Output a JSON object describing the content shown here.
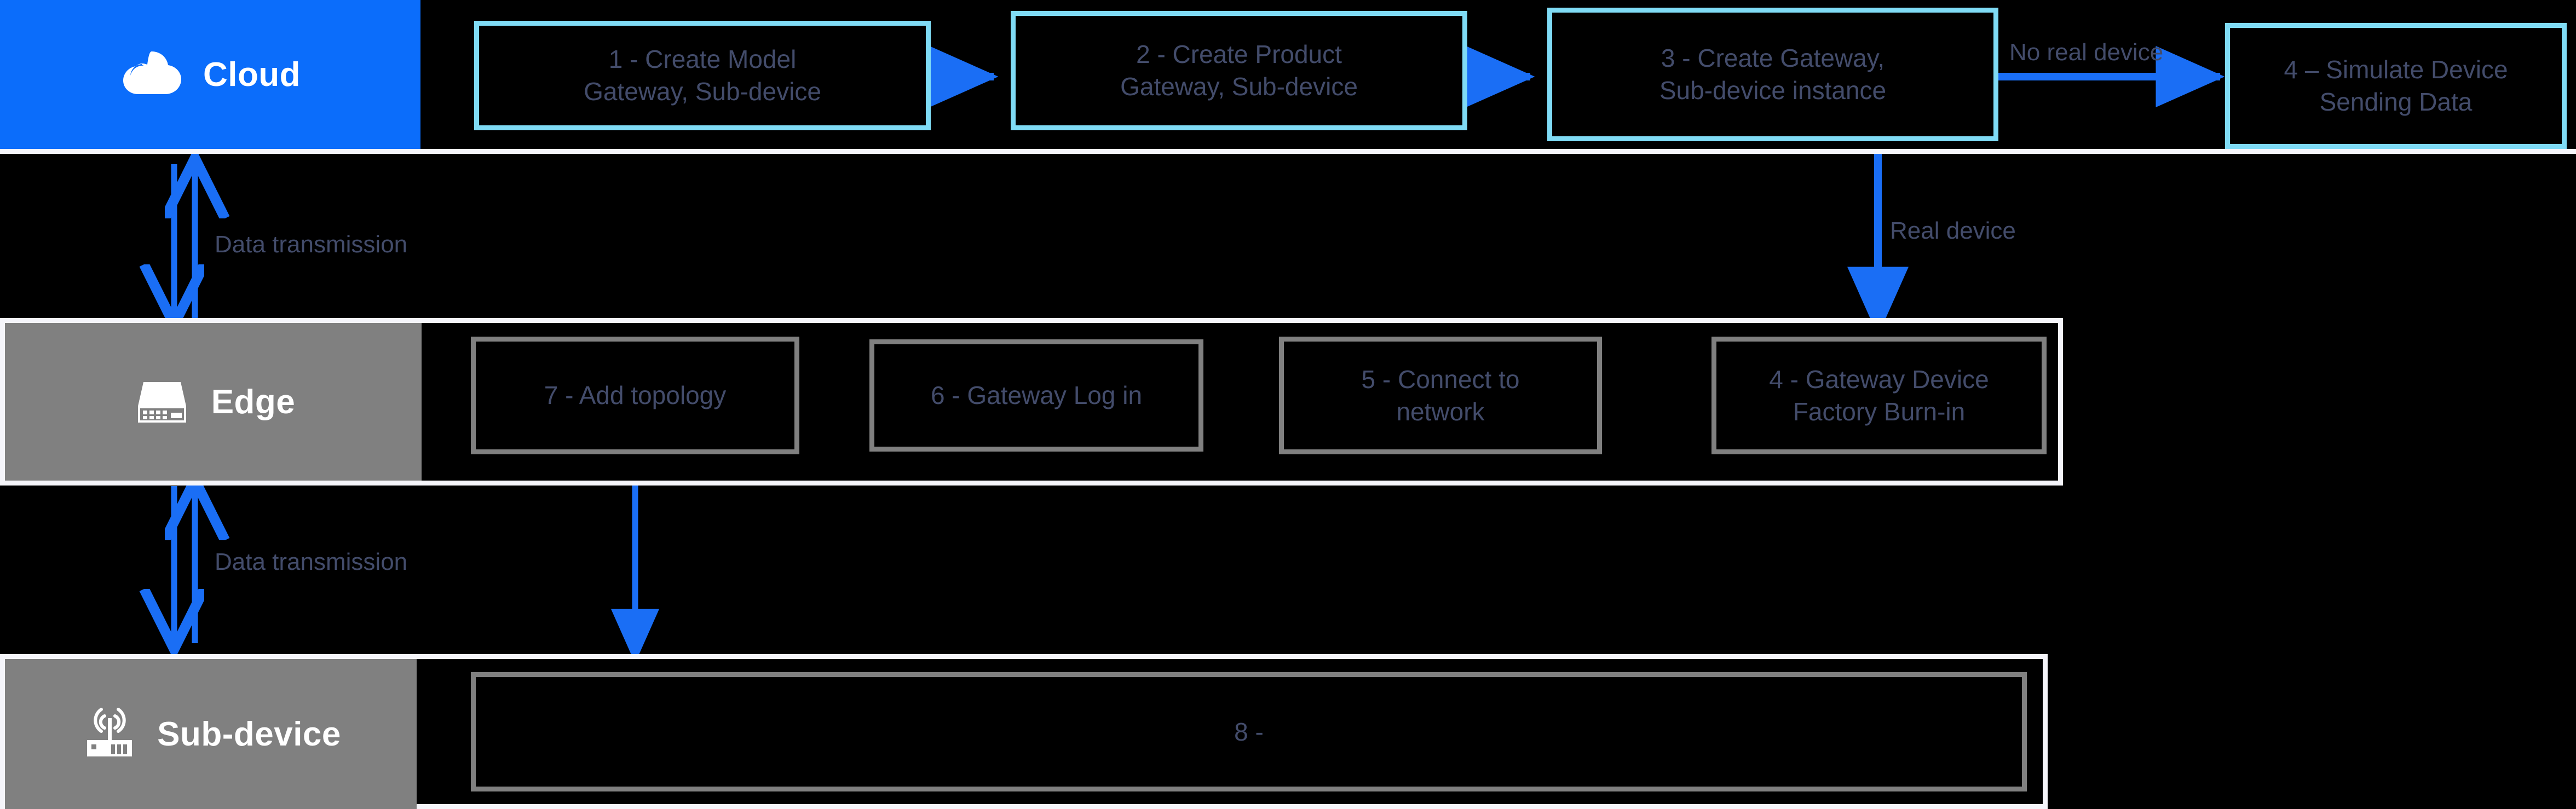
{
  "diagram": {
    "title": "Cloud / Edge / Sub-device gateway onboarding flow",
    "colors": {
      "cloud_band": "#0b6dfb",
      "grey_band": "#808080",
      "cyan_border": "#7fdbf5",
      "grey_border": "#808080",
      "arrow_blue": "#1a6ef5",
      "text_slate": "#434c6b",
      "frame_white": "#f5f5fa",
      "background": "#000000"
    }
  },
  "lanes": [
    {
      "id": "cloud",
      "label": "Cloud",
      "icon": "cloud-icon"
    },
    {
      "id": "edge",
      "label": "Edge",
      "icon": "edge-gateway-icon"
    },
    {
      "id": "sub_device",
      "label": "Sub-device",
      "icon": "sub-device-antenna-icon"
    }
  ],
  "cloud_row": {
    "boxes": [
      {
        "id": "step1",
        "line1": "1 - Create Model",
        "line2": "Gateway, Sub-device"
      },
      {
        "id": "step2",
        "line1": "2 - Create Product",
        "line2": "Gateway, Sub-device"
      },
      {
        "id": "step3",
        "line1": "3 - Create Gateway,",
        "line2": "Sub-device instance"
      },
      {
        "id": "step4_sim",
        "line1": "4 – Simulate Device",
        "line2": "Sending Data"
      }
    ]
  },
  "edge_row": {
    "boxes": [
      {
        "id": "step7",
        "line1": "7 - Add topology",
        "line2": ""
      },
      {
        "id": "step6",
        "line1": "6 - Gateway Log in",
        "line2": ""
      },
      {
        "id": "step5",
        "line1": "5 - Connect to",
        "line2": "network"
      },
      {
        "id": "step4_burn",
        "line1": "4 - Gateway Device",
        "line2": "Factory Burn-in"
      }
    ]
  },
  "subdevice_row": {
    "boxes": [
      {
        "id": "step8",
        "line1": "8 -",
        "line2": ""
      }
    ]
  },
  "connector_labels": {
    "no_real_device": "No real device",
    "real_device": "Real device",
    "data_transmission_cloud_edge": "Data transmission",
    "data_transmission_edge_subdevice": "Data transmission"
  }
}
